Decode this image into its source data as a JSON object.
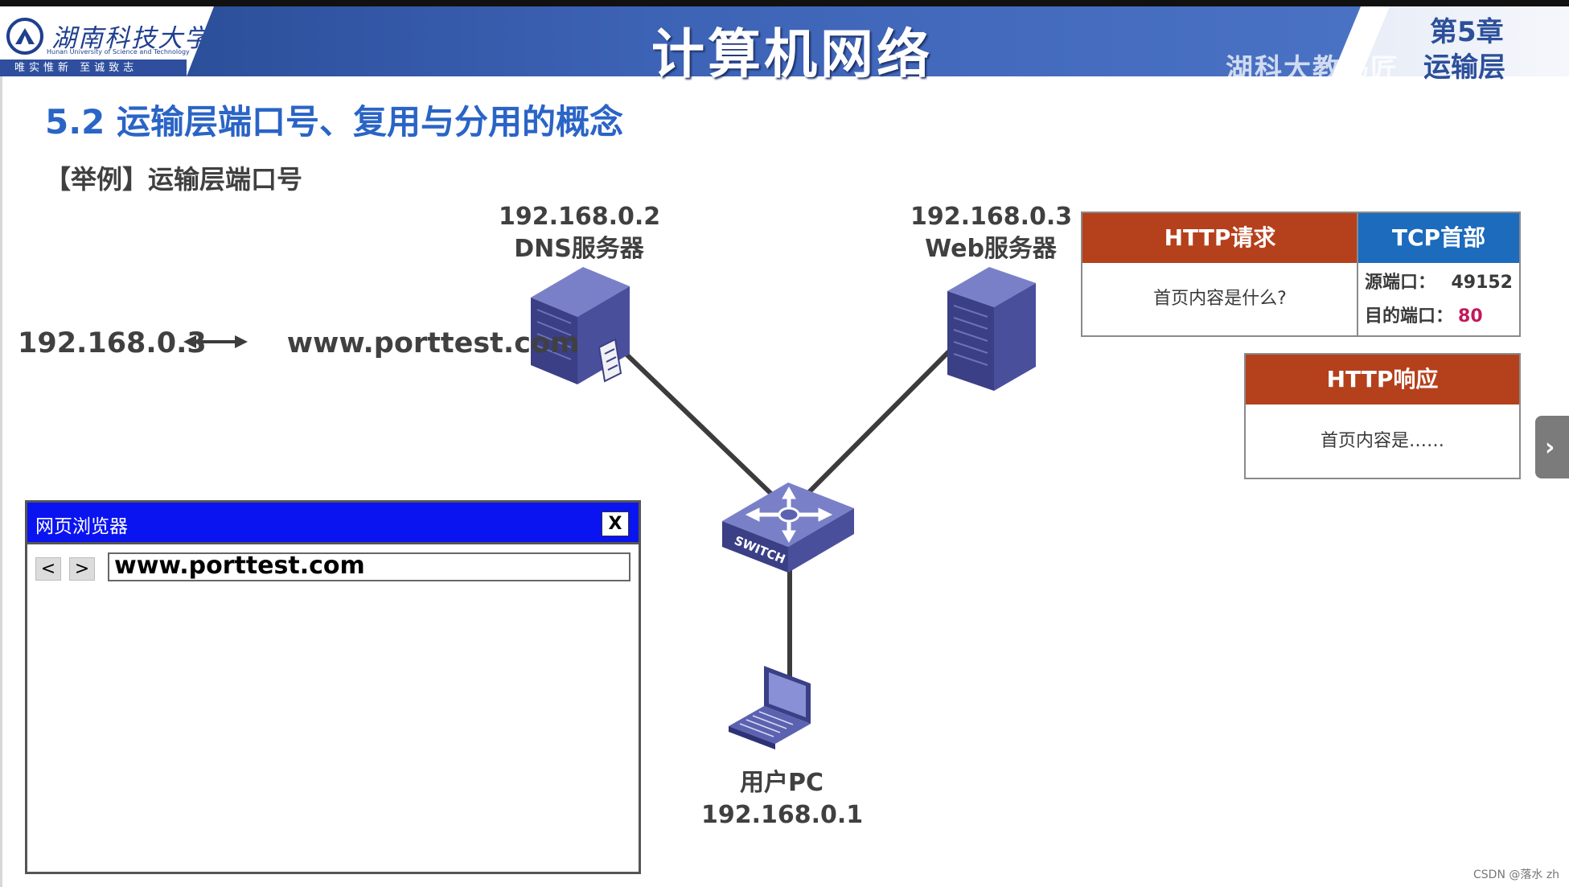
{
  "header": {
    "university_name": "湖南科技大学",
    "university_subname": "Hunan University of Science and Technology",
    "motto": "唯实惟新 至诚致志",
    "course_title": "计算机网络",
    "chapter_number": "第5章",
    "chapter_name": "运输层",
    "watermark": "湖科大教书匠"
  },
  "slide": {
    "section_title": "5.2 运输层端口号、复用与分用的概念",
    "example_title": "【举例】运输层端口号"
  },
  "diagram": {
    "dns_server": {
      "ip": "192.168.0.2",
      "name": "DNS服务器"
    },
    "web_server": {
      "ip": "192.168.0.3",
      "name": "Web服务器"
    },
    "user_pc": {
      "name": "用户PC",
      "ip": "192.168.0.1"
    },
    "switch_label": "SWITCH",
    "dns_mapping": {
      "ip": "192.168.0.3",
      "domain": "www.porttest.com"
    }
  },
  "http_request": {
    "header": "HTTP请求",
    "body": "首页内容是什么?"
  },
  "tcp_header": {
    "header": "TCP首部",
    "src_port_label": "源端口：",
    "src_port_value": "49152",
    "dst_port_label": "目的端口：",
    "dst_port_value": "80"
  },
  "http_response": {
    "header": "HTTP响应",
    "body": "首页内容是……"
  },
  "browser": {
    "title": "网页浏览器",
    "close_label": "X",
    "back_label": "<",
    "forward_label": ">",
    "url": "www.porttest.com"
  },
  "next_button_label": "›",
  "credit": "CSDN @落水 zh",
  "colors": {
    "header_blue": "#3d63b6",
    "title_blue": "#2a64c6",
    "msg_orange": "#b5401c",
    "msg_blue": "#1c6bbd",
    "browser_titlebar": "#0a14f0",
    "port_highlight": "#c2185b",
    "device_purple": "#4a4f9c"
  }
}
